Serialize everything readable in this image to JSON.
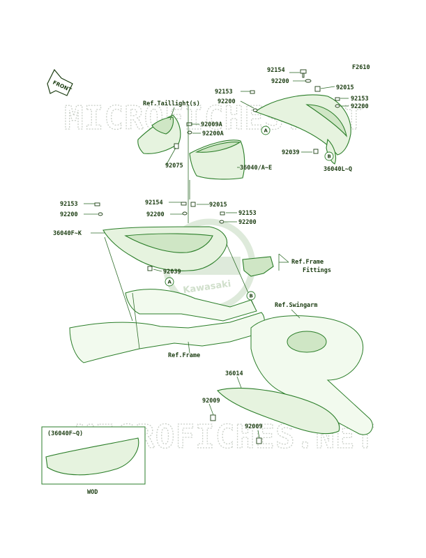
{
  "figure_code": "F2610",
  "front_arrow": "FRONT",
  "watermark": "MICROFICHES.NET",
  "logo": "Kawasaki",
  "inset_top": "(36040F~Q)",
  "inset_bottom": "WOD",
  "refs": {
    "taillight": "Ref.Taillight(s)",
    "frame_fittings_1": "Ref.Frame",
    "frame_fittings_2": "Fittings",
    "swingarm": "Ref.Swingarm",
    "frame": "Ref.Frame"
  },
  "markers": [
    "A",
    "B"
  ],
  "labels": {
    "p92154_top": "92154",
    "p92200_tr": "92200",
    "p92015_tr": "92015",
    "p92153_tr": "92153",
    "p92200_tr2": "92200",
    "p92153_tl": "92153",
    "p92200_tl": "92200",
    "p92009A": "92009A",
    "p92200A": "92200A",
    "p92075": "92075",
    "p36040AE": "36040/A~E",
    "p92039_r": "92039",
    "p36040LQ": "36040L~Q",
    "p92153_l": "92153",
    "p92200_l": "92200",
    "p36040FK": "36040F~K",
    "p92154_m": "92154",
    "p92200_m": "92200",
    "p92015_m": "92015",
    "p92153_m": "92153",
    "p92200_m2": "92200",
    "p92039_m": "92039",
    "p36014": "36014",
    "p92009_l": "92009",
    "p92009_r": "92009"
  }
}
